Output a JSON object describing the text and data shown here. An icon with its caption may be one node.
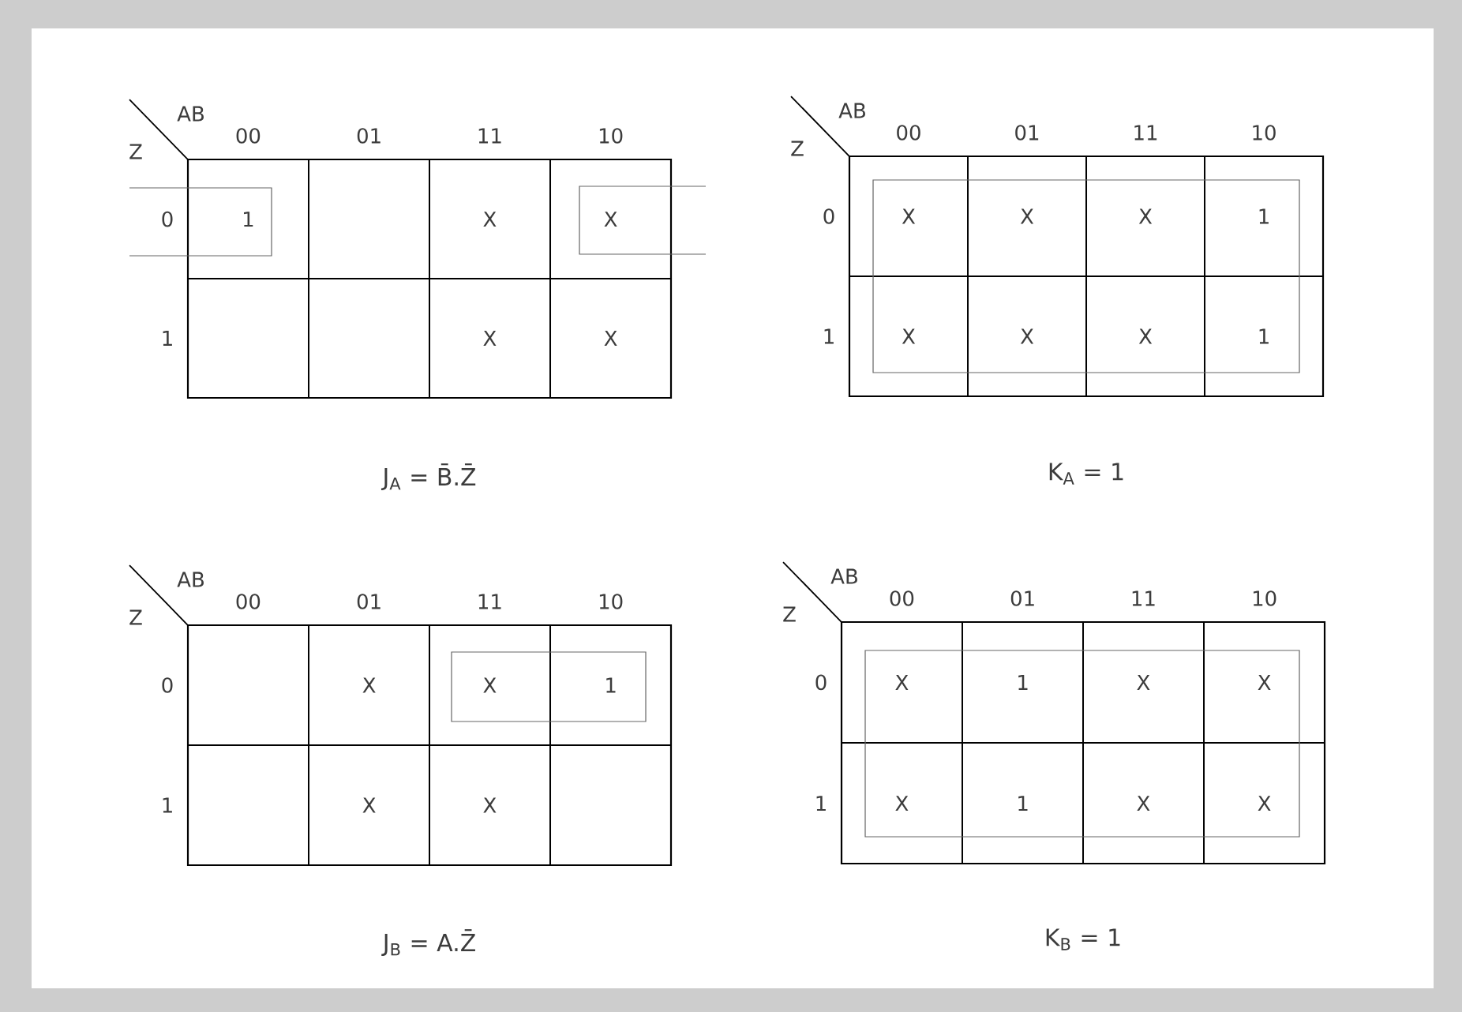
{
  "diagram": {
    "labels": [
      "AB",
      "Z",
      "00",
      "01",
      "11",
      "10",
      "0",
      "1",
      "X",
      "X",
      "1",
      "X",
      "X",
      "J$_{A}$ = B̄.Z̄",
      "AB",
      "Z",
      "00",
      "01",
      "11",
      "10",
      "0",
      "X",
      "X",
      "X",
      "1",
      "1",
      "X",
      "X",
      "X",
      "1",
      "K$_{A}$ = 1",
      "AB",
      "Z",
      "00",
      "01",
      "11",
      "10",
      "0",
      "X",
      "X",
      "1",
      "1",
      "X",
      "X",
      "J$_{B}$ = A.Z̄",
      "AB",
      "Z",
      "00",
      "01",
      "11",
      "10",
      "0",
      "X",
      "1",
      "X",
      "X",
      "1",
      "X",
      "1",
      "X",
      "X",
      "K$_{B}$ = 1"
    ]
  }
}
